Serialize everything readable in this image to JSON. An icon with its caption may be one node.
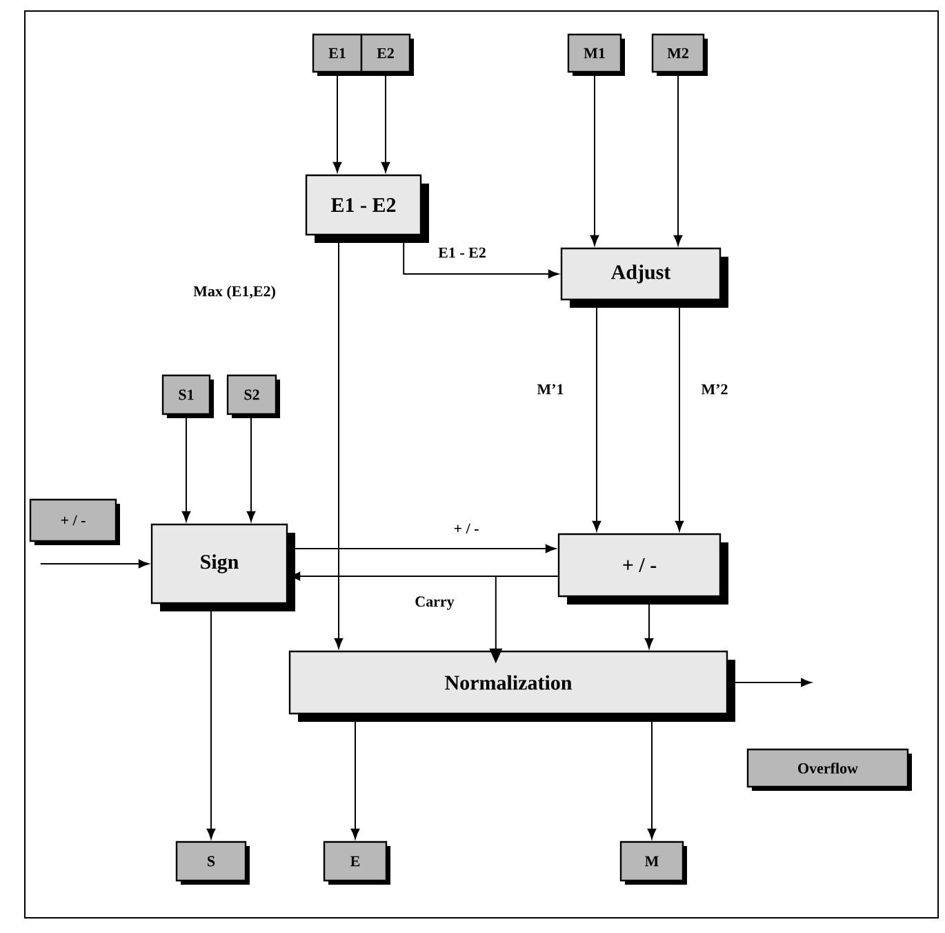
{
  "diagram": {
    "nodes": [
      {
        "text": [
          "E1"
        ]
      },
      {
        "text": [
          "E2"
        ]
      },
      {
        "text": [
          "M1"
        ]
      },
      {
        "text": [
          "M2"
        ]
      },
      {
        "text": [
          "E1 - E2"
        ]
      },
      {
        "text": [
          "Adjust"
        ]
      },
      {
        "text": [
          "S1"
        ]
      },
      {
        "text": [
          "S2"
        ]
      },
      {
        "text": [
          "+ / -"
        ]
      },
      {
        "text": [
          "Sign"
        ]
      },
      {
        "text": [
          "+ / -"
        ]
      },
      {
        "text": [
          "Normalization"
        ]
      },
      {
        "text": [
          "Overflow"
        ]
      },
      {
        "text": [
          "S"
        ]
      },
      {
        "text": [
          "E"
        ]
      },
      {
        "text": [
          "M"
        ]
      }
    ],
    "edges": [
      {
        "from": 0,
        "to": 4,
        "arrow": "to"
      },
      {
        "from": 1,
        "to": 4,
        "arrow": "to"
      },
      {
        "from": 2,
        "to": 5,
        "arrow": "to"
      },
      {
        "from": 3,
        "to": 5,
        "arrow": "to"
      },
      {
        "from": 4,
        "to": 5,
        "arrow": "to",
        "label": "E1 - E2"
      },
      {
        "from": 4,
        "to": 11,
        "arrow": "to",
        "label": "Max (E1,E2)"
      },
      {
        "from": 5,
        "to": 10,
        "arrow": "to",
        "label": "M’1"
      },
      {
        "from": 5,
        "to": 10,
        "arrow": "to",
        "label": "M’2"
      },
      {
        "from": 6,
        "to": 9,
        "arrow": "to"
      },
      {
        "from": 7,
        "to": 9,
        "arrow": "to"
      },
      {
        "from": 8,
        "to": 9,
        "arrow": "to"
      },
      {
        "from": 9,
        "to": 10,
        "arrow": "to",
        "label": "+ / -"
      },
      {
        "from": 10,
        "to": 9,
        "arrow": "to",
        "label": "Carry"
      },
      {
        "from": 10,
        "to": 11,
        "arrow": "to"
      },
      {
        "from": 10,
        "to": 11,
        "arrow": "to"
      },
      {
        "from": 9,
        "to": 13,
        "arrow": "to"
      },
      {
        "from": 11,
        "to": 14,
        "arrow": "to"
      },
      {
        "from": 11,
        "to": 15,
        "arrow": "to"
      },
      {
        "from": 11,
        "to": null,
        "arrow": "to"
      }
    ]
  }
}
